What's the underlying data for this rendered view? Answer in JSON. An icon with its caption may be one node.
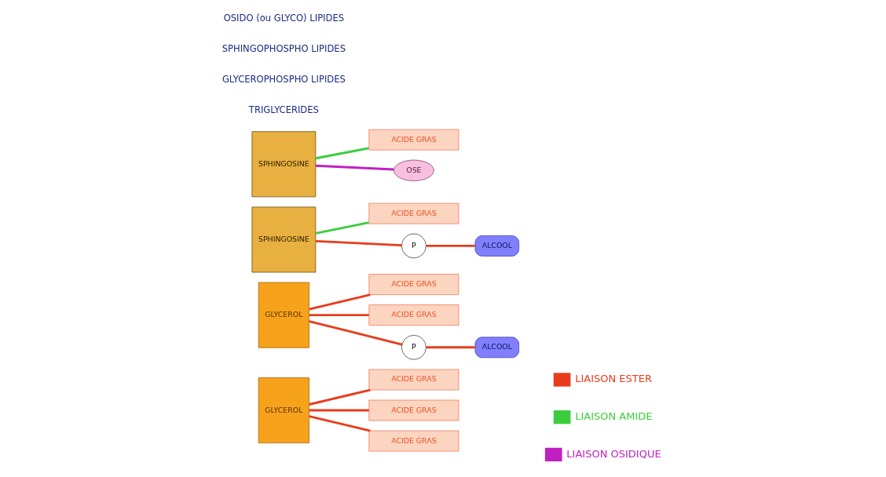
{
  "diagram": {
    "nodes": [
      {
        "text": [
          "GLYCEROL"
        ]
      },
      {
        "text": [
          "ACIDE GRAS"
        ]
      },
      {
        "text": [
          "ACIDE GRAS"
        ]
      },
      {
        "text": [
          "ACIDE GRAS"
        ]
      },
      {
        "text": [
          "GLYCEROL"
        ]
      },
      {
        "text": [
          "ACIDE GRAS"
        ]
      },
      {
        "text": [
          "ACIDE GRAS"
        ]
      },
      {
        "text": [
          "P"
        ]
      },
      {
        "text": [
          "ALCOOL"
        ]
      },
      {
        "text": [
          "SPHINGOSINE"
        ]
      },
      {
        "text": [
          "ACIDE GRAS"
        ]
      },
      {
        "text": [
          "P"
        ]
      },
      {
        "text": [
          "ALCOOL"
        ]
      },
      {
        "text": [
          "SPHINGOSINE"
        ]
      },
      {
        "text": [
          "ACIDE GRAS"
        ]
      },
      {
        "text": [
          "OSE"
        ]
      }
    ],
    "edges": [
      {
        "from": 0,
        "to": 1,
        "arrow": "none"
      },
      {
        "from": 0,
        "to": 2,
        "arrow": "none"
      },
      {
        "from": 0,
        "to": 3,
        "arrow": "none"
      },
      {
        "from": 4,
        "to": 5,
        "arrow": "none"
      },
      {
        "from": 4,
        "to": 6,
        "arrow": "none"
      },
      {
        "from": 4,
        "to": 7,
        "arrow": "none"
      },
      {
        "from": 7,
        "to": 8,
        "arrow": "none"
      },
      {
        "from": 9,
        "to": 10,
        "arrow": "none",
        "color": "#3ccc3c"
      },
      {
        "from": 9,
        "to": 11,
        "arrow": "none"
      },
      {
        "from": 11,
        "to": 12,
        "arrow": "none"
      },
      {
        "from": 13,
        "to": 14,
        "arrow": "none",
        "color": "#3ccc3c"
      },
      {
        "from": 13,
        "to": 15,
        "arrow": "none",
        "color": "#c020c0"
      }
    ],
    "labels": [
      "TRIGLYCERIDES",
      "GLYCEROPHOSPHO LIPIDES",
      "SPHINGOPHOSPHO LIPIDES",
      "OSIDO (ou GLYCO) LIPIDES"
    ],
    "legend": [
      {
        "text": "LIAISON ESTER",
        "color": "#e83c1c"
      },
      {
        "text": "LIAISON AMIDE",
        "color": "#3ccc3c"
      },
      {
        "text": "LIAISON OSIDIQUE",
        "color": "#c020c0"
      }
    ]
  }
}
